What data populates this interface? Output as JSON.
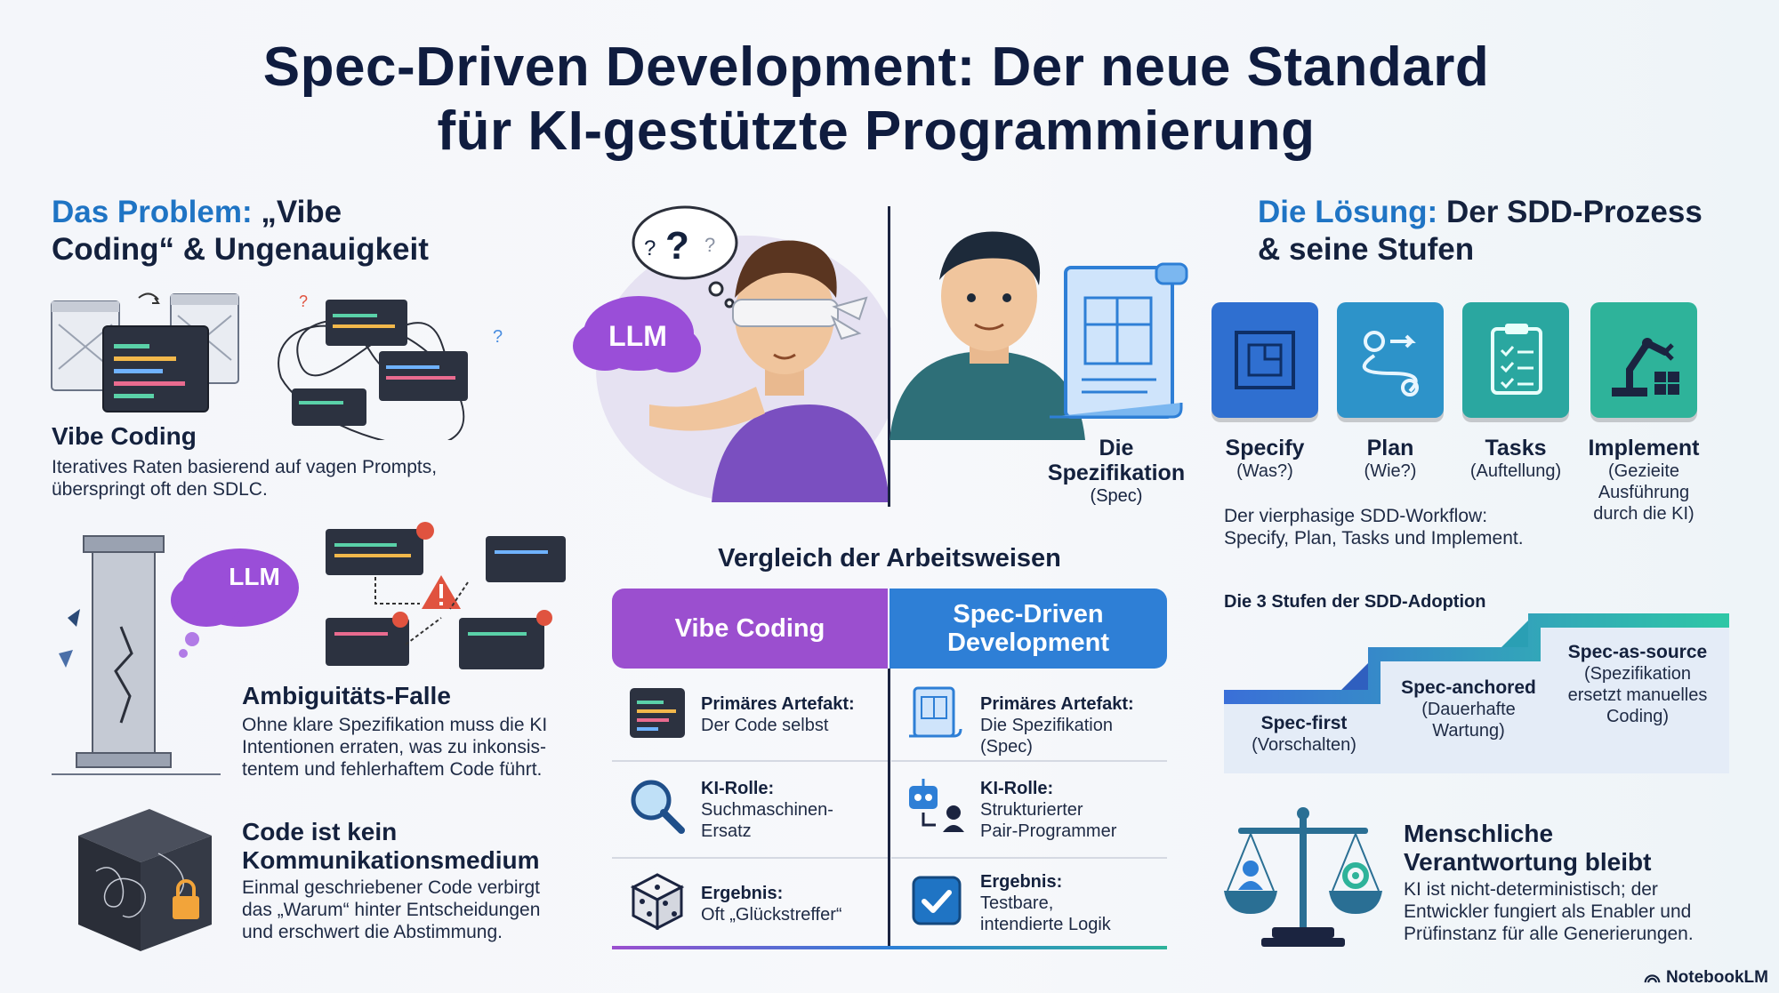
{
  "title": {
    "line1": "Spec-Driven Development: Der neue Standard",
    "line2": "für KI-gestützte Programmierung"
  },
  "problem": {
    "heading_highlight": "Das Problem:",
    "heading_rest_line1": "„Vibe",
    "heading_line2": "Coding“ & Ungenauigkeit",
    "vibe": {
      "title": "Vibe Coding",
      "text_line1": "Iteratives Raten basierend auf vagen Prompts,",
      "text_line2": "überspringt oft den SDLC."
    },
    "ambiguity": {
      "title": "Ambiguitäts-Falle",
      "text_line1": "Ohne klare Spezifikation muss die KI",
      "text_line2": "Intentionen erraten, was zu inkonsis-",
      "text_line3": "tentem und fehlerhaftem Code führt."
    },
    "code": {
      "title_line1": "Code ist kein",
      "title_line2": "Kommunikationsmedium",
      "text_line1": "Einmal geschriebener Code verbirgt",
      "text_line2": "das „Warum“ hinter Entscheidungen",
      "text_line3": "und erschwert die Abstimmung."
    }
  },
  "center": {
    "llm_label_1": "LLM",
    "llm_label_2": "LLM",
    "spec_label_line1": "Die",
    "spec_label_line2": "Spezifikation",
    "spec_label_line3": "(Spec)"
  },
  "comparison": {
    "heading": "Vergleich der Arbeitsweisen",
    "col_left": "Vibe Coding",
    "col_right_line1": "Spec-Driven",
    "col_right_line2": "Development",
    "rows": [
      {
        "left_label": "Primäres Artefakt:",
        "left_value": "Der Code selbst",
        "right_label": "Primäres Artefakt:",
        "right_value": "Die Spezifikation (Spec)"
      },
      {
        "left_label": "KI-Rolle:",
        "left_value_line1": "Suchmaschinen-",
        "left_value_line2": "Ersatz",
        "right_label": "KI-Rolle:",
        "right_value_line1": "Strukturierter",
        "right_value_line2": "Pair-Programmer"
      },
      {
        "left_label": "Ergebnis:",
        "left_value": "Oft „Glückstreffer“",
        "right_label": "Ergebnis:",
        "right_value_line1": "Testbare,",
        "right_value_line2": "intendierte Logik"
      }
    ]
  },
  "solution": {
    "heading_highlight": "Die Lösung:",
    "heading_rest": "Der SDD-Prozess",
    "heading_line2": "& seine Stufen",
    "steps": [
      {
        "label": "Specify",
        "sub": "(Was?)",
        "color": "#2f6fd0"
      },
      {
        "label": "Plan",
        "sub": "(Wie?)",
        "color": "#2d93c9"
      },
      {
        "label": "Tasks",
        "sub": "(Auftellung)",
        "color": "#2aa7a0"
      },
      {
        "label": "Implement",
        "sub_line1": "(Gezieite",
        "sub_line2": "Ausführung",
        "sub_line3": "durch die KI)",
        "color": "#2eb39a"
      }
    ],
    "workflow_line1": "Der vierphasige SDD-Workflow:",
    "workflow_line2": "Specify, Plan, Tasks und Implement.",
    "stages_heading": "Die 3 Stufen der SDD-Adoption",
    "stages": [
      {
        "title": "Spec-first",
        "sub": "(Vorschalten)"
      },
      {
        "title": "Spec-anchored",
        "sub_line1": "(Dauerhafte",
        "sub_line2": "Wartung)"
      },
      {
        "title": "Spec-as-source",
        "sub_line1": "(Spezifikation",
        "sub_line2": "ersetzt manuelles",
        "sub_line3": "Coding)"
      }
    ],
    "human": {
      "title_line1": "Menschliche",
      "title_line2": "Verantwortung bleibt",
      "text_line1": "KI ist nicht-deterministisch; der",
      "text_line2": "Entwickler fungiert als Enabler und",
      "text_line3": "Prüfinstanz für alle Generierungen."
    }
  },
  "branding": {
    "label": "NotebookLM"
  },
  "colors": {
    "accent_blue": "#1f74c4",
    "vibe_purple": "#9b4fcf",
    "sdd_blue": "#2e7fd6",
    "llm_cloud": "#9a4ed8"
  }
}
